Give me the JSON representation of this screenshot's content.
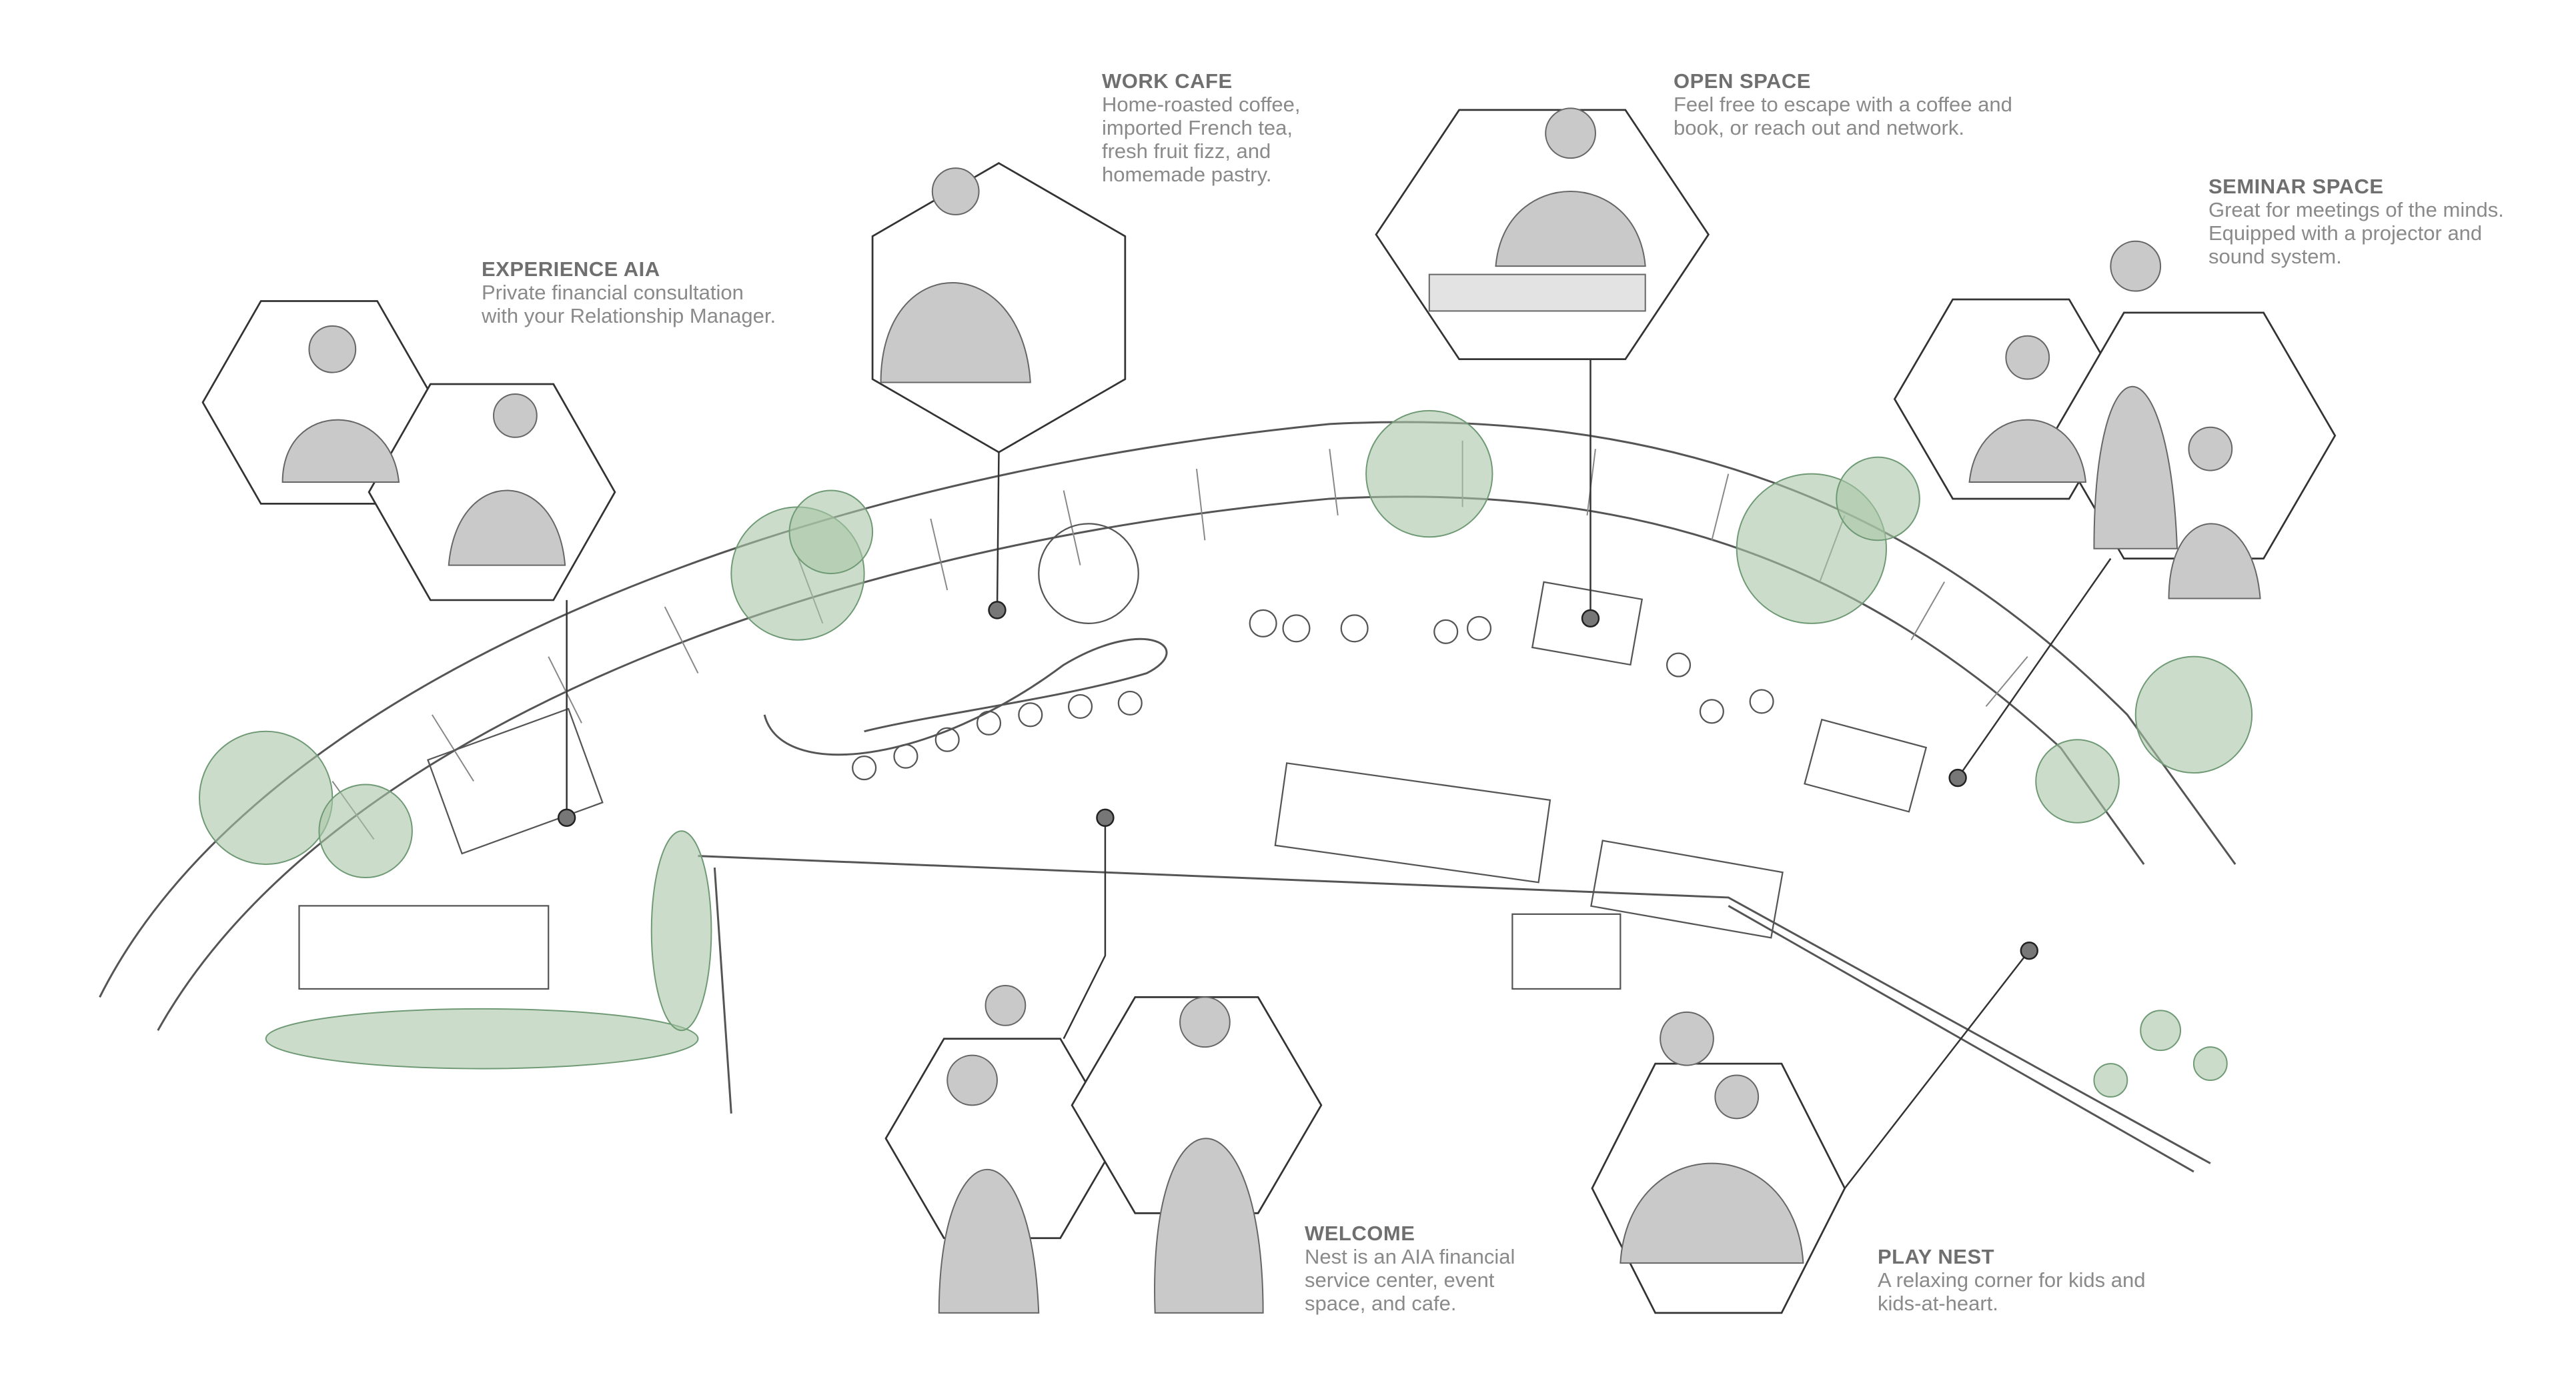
{
  "zones": [
    {
      "id": "work-cafe",
      "title": "WORK CAFE",
      "description": "Home-roasted coffee,\nimported French tea,\nfresh fruit fizz, and\nhomemade pastry."
    },
    {
      "id": "open-space",
      "title": "OPEN SPACE",
      "description": "Feel free to escape with a coffee and\nbook, or reach out and network."
    },
    {
      "id": "seminar-space",
      "title": "SEMINAR SPACE",
      "description": "Great for meetings of the minds.\nEquipped with a projector and\nsound system."
    },
    {
      "id": "experience-aia",
      "title": "EXPERIENCE AIA",
      "description": "Private financial consultation\nwith your Relationship Manager."
    },
    {
      "id": "welcome",
      "title": "WELCOME",
      "description": "Nest is an AIA financial\nservice center, event\nspace, and cafe."
    },
    {
      "id": "play-nest",
      "title": "PLAY NEST",
      "description": "A relaxing corner for kids and\nkids-at-heart."
    }
  ],
  "colors": {
    "line": "#4a4a4a",
    "marker": "#777777",
    "plant": "#a9c7a6",
    "plant_dark": "#6f9a75",
    "figure": "#c9c9c9"
  }
}
